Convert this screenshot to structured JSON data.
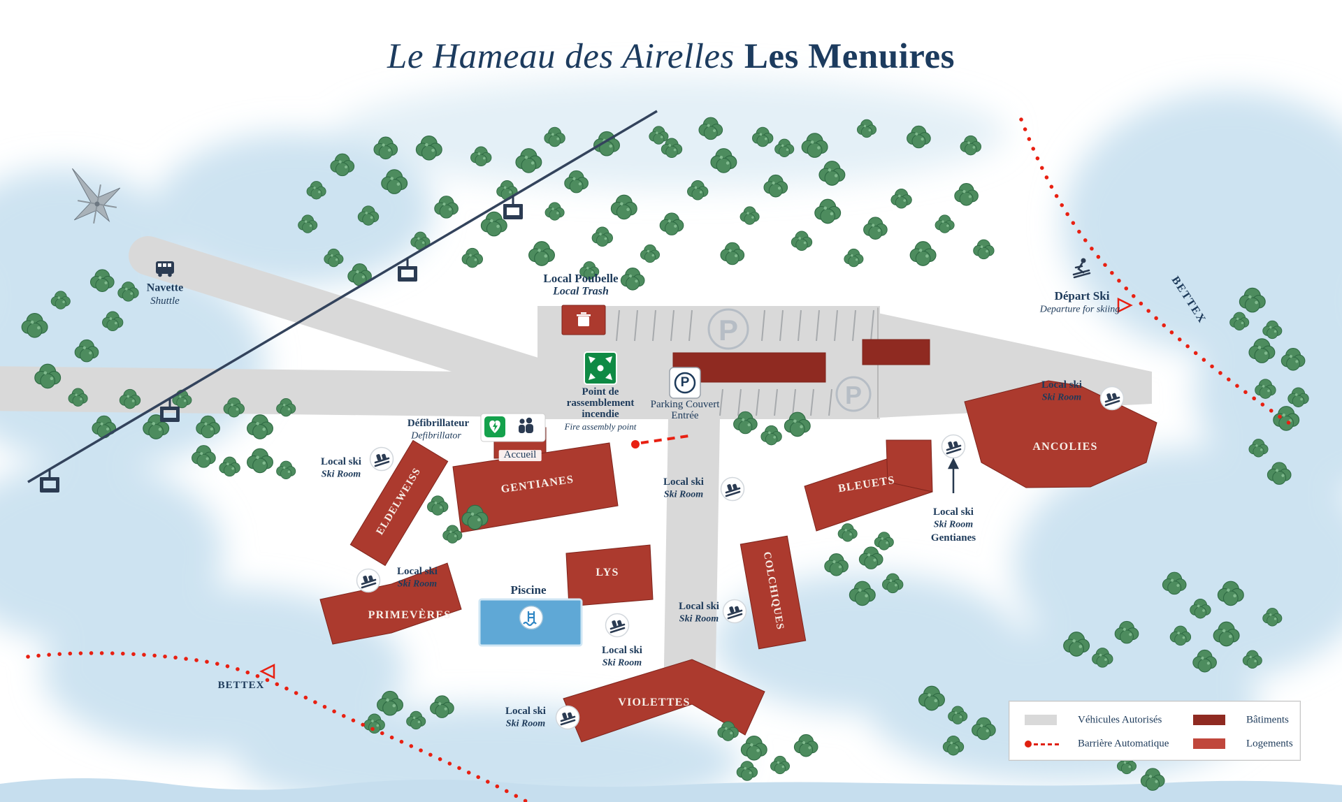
{
  "title": {
    "italic": "Le Hameau des Airelles",
    "bold": "Les Menuires"
  },
  "map_labels": {
    "navette": {
      "fr": "Navette",
      "en": "Shuttle"
    },
    "local_poubelle": {
      "fr": "Local Poubelle",
      "en": "Local Trash"
    },
    "fire_assembly": {
      "l1": "Point de",
      "l2": "rassemblement",
      "l3": "incendie",
      "en": "Fire assembly point"
    },
    "parking_couvert": {
      "l1": "Parking Couvert",
      "l2": "Entrée"
    },
    "depart_ski": {
      "fr": "Départ Ski",
      "en": "Departure for skiing"
    },
    "defibrillateur": {
      "fr": "Défibrillateur",
      "en": "Defibrillator"
    },
    "accueil": "Accueil",
    "piscine": "Piscine",
    "bettex": "BETTEX",
    "local_ski": {
      "fr": "Local ski",
      "en": "Ski Room",
      "gentianes": "Gentianes"
    }
  },
  "buildings": [
    {
      "name": "ELDELWEISS"
    },
    {
      "name": "GENTIANES"
    },
    {
      "name": "LYS"
    },
    {
      "name": "PRIMEVÈRES"
    },
    {
      "name": "VIOLETTES"
    },
    {
      "name": "COLCHIQUES"
    },
    {
      "name": "BLEUETS"
    },
    {
      "name": "ANCOLIES"
    }
  ],
  "parking": {
    "letter": "P"
  },
  "legend": {
    "vehicules": "Véhicules Autorisés",
    "barriere": "Barrière Automatique",
    "batiments": "Bâtiments",
    "logements": "Logements"
  },
  "colors": {
    "navy": "#1d3a5a",
    "batiment": "#8f2a21",
    "logement": "#ac3a2e",
    "road": "#d9d9d9",
    "snow": "#cde3f1",
    "tree_green": "#4d8c5e",
    "alert_red": "#e02010",
    "pool_blue": "#5fa8d6",
    "safety_green": "#0f8a44"
  }
}
